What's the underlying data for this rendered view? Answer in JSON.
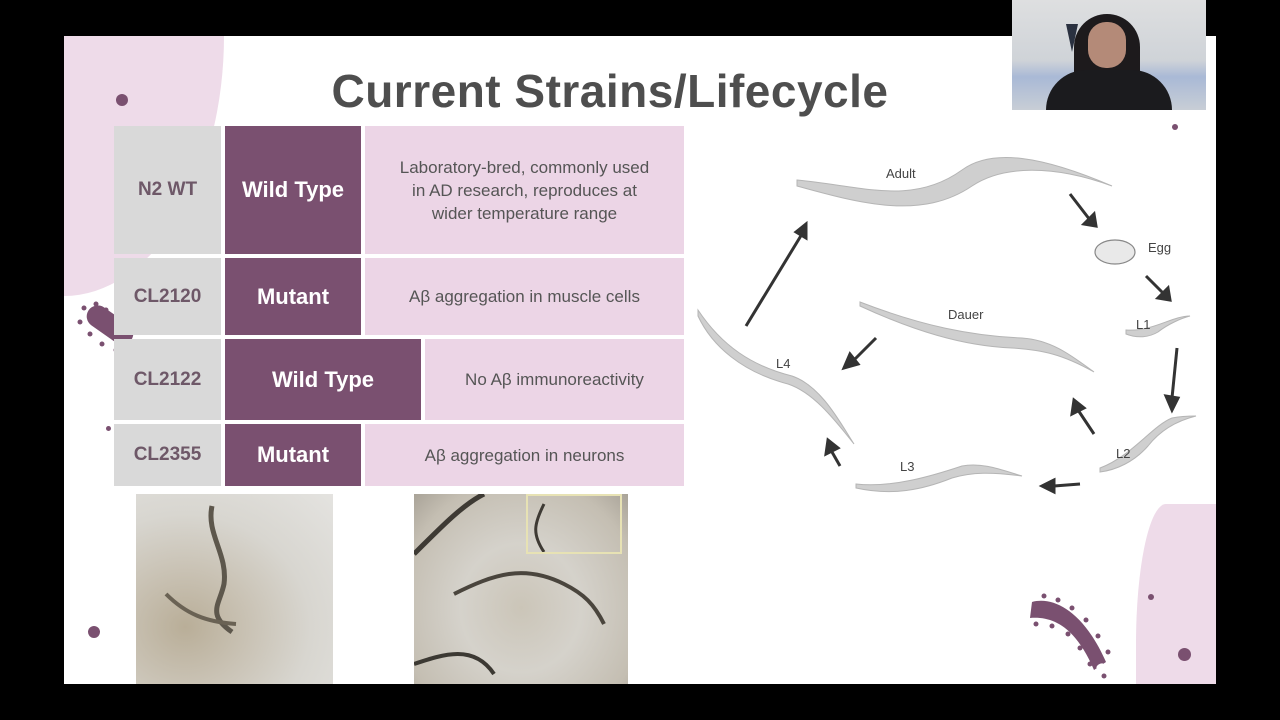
{
  "slide": {
    "title": "Current Strains/Lifecycle",
    "accent_color": "#7a5070",
    "light_pink": "#ecd5e6",
    "gray": "#d9d9d9"
  },
  "strains_table": {
    "rows": [
      {
        "strain": "N2 WT",
        "type": "Wild Type",
        "description": "Laboratory-bred, commonly used in AD research, reproduces at wider temperature range"
      },
      {
        "strain": "CL2120",
        "type": "Mutant",
        "description": "Aβ aggregation in muscle cells"
      },
      {
        "strain": "CL2122",
        "type": "Wild Type",
        "description": "No Aβ immunoreactivity"
      },
      {
        "strain": "CL2355",
        "type": "Mutant",
        "description": "Aβ aggregation in neurons"
      }
    ]
  },
  "lifecycle_diagram": {
    "stages": [
      "Adult",
      "Egg",
      "L1",
      "L2",
      "L3",
      "L4",
      "Dauer"
    ]
  },
  "photos": [
    {
      "name": "worm-micrograph-1"
    },
    {
      "name": "worm-micrograph-2"
    }
  ],
  "webcam": {
    "label": "presenter-video"
  }
}
